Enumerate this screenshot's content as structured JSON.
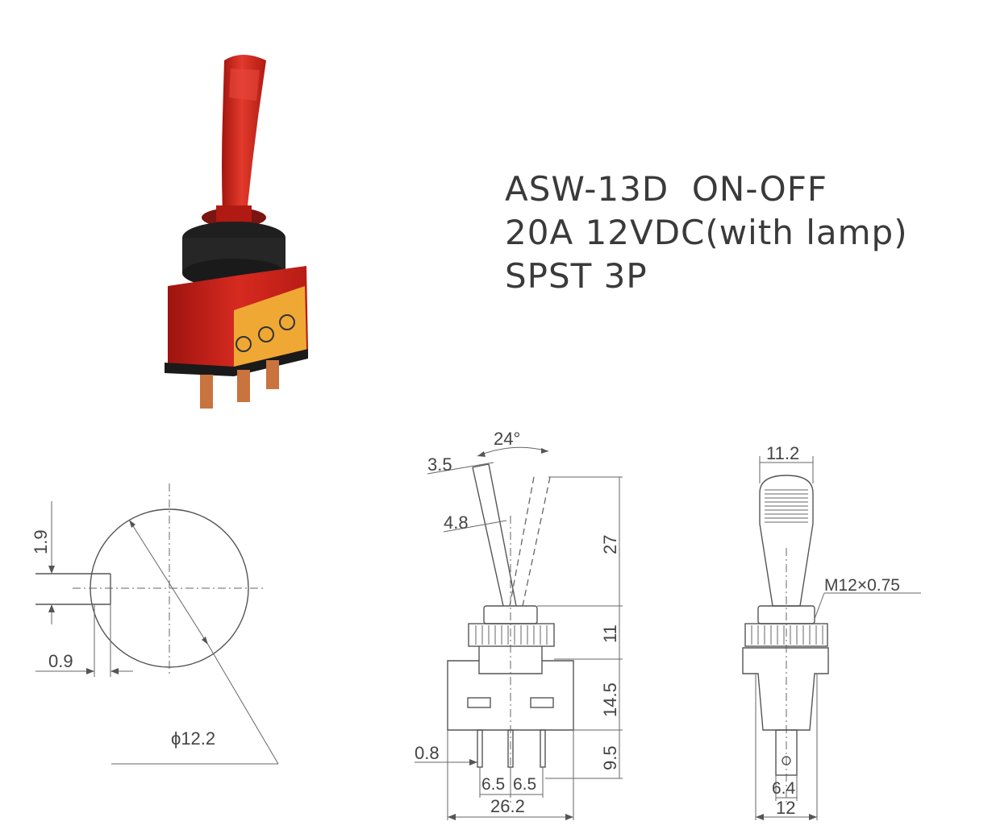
{
  "spec": {
    "line1": "ASW-13D  ON-OFF",
    "line2": "20A 12VDC(with lamp)",
    "line3": "SPST 3P"
  },
  "colors": {
    "lever": "#d8261d",
    "lever_dark": "#a3150f",
    "collar": "#262626",
    "body": "#c81e18",
    "label": "#f0a834",
    "terminal": "#c9733f",
    "ink": "#555555"
  },
  "dims": {
    "panel_cut": {
      "d1_9": "1.9",
      "d0_9": "0.9",
      "dia": "ϕ12.2"
    },
    "front": {
      "angle": "24°",
      "d3_5": "3.5",
      "d4_8": "4.8",
      "d27": "27",
      "d11": "11",
      "d14_5": "14.5",
      "d9_5": "9.5",
      "d0_8": "0.8",
      "d6_5a": "6.5",
      "d6_5b": "6.5",
      "d26_2": "26.2"
    },
    "side": {
      "d11_2": "11.2",
      "thread": "M12×0.75",
      "d6_4": "6.4",
      "d12": "12"
    }
  }
}
